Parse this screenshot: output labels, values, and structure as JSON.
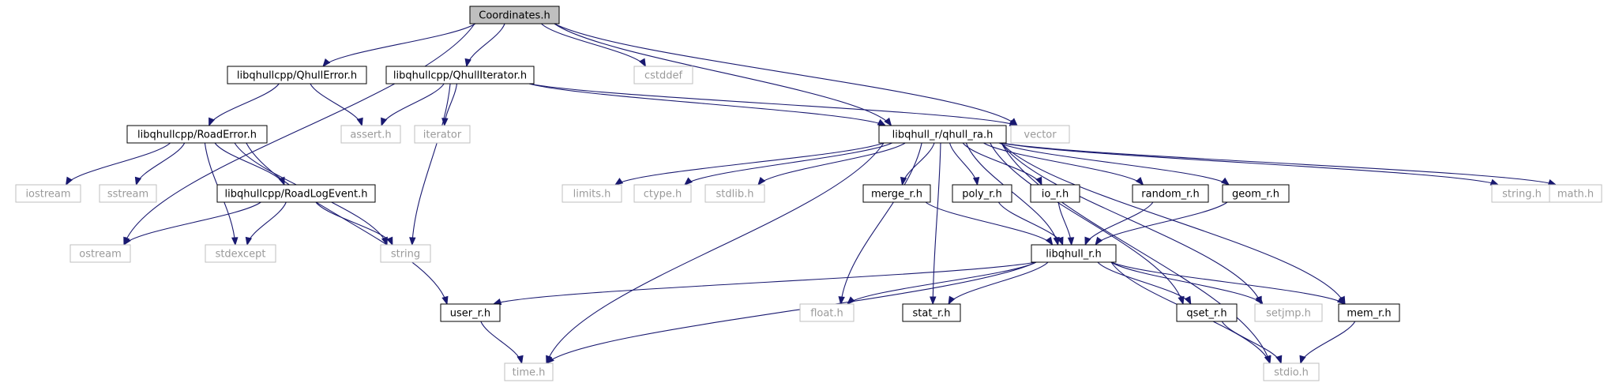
{
  "graph": {
    "colors": {
      "edge": "#191970",
      "documented_border": "#000000",
      "external_border": "#bfbfbf",
      "external_text": "#9a9a9a",
      "root_fill": "#bfbfbf",
      "text": "#000000"
    },
    "nodes": {
      "coordinates_h": {
        "label": "Coordinates.h",
        "kind": "root"
      },
      "qhullerror_h": {
        "label": "libqhullcpp/QhullError.h",
        "kind": "doc"
      },
      "qhulliterator_h": {
        "label": "libqhullcpp/QhullIterator.h",
        "kind": "doc"
      },
      "cstddef": {
        "label": "cstddef",
        "kind": "ext"
      },
      "roaderror_h": {
        "label": "libqhullcpp/RoadError.h",
        "kind": "doc"
      },
      "assert_h": {
        "label": "assert.h",
        "kind": "ext"
      },
      "iterator": {
        "label": "iterator",
        "kind": "ext"
      },
      "qhull_ra_h": {
        "label": "libqhull_r/qhull_ra.h",
        "kind": "doc"
      },
      "vector": {
        "label": "vector",
        "kind": "ext"
      },
      "iostream": {
        "label": "iostream",
        "kind": "ext"
      },
      "sstream": {
        "label": "sstream",
        "kind": "ext"
      },
      "roadlogevent_h": {
        "label": "libqhullcpp/RoadLogEvent.h",
        "kind": "doc"
      },
      "limits_h": {
        "label": "limits.h",
        "kind": "ext"
      },
      "ctype_h": {
        "label": "ctype.h",
        "kind": "ext"
      },
      "stdlib_h": {
        "label": "stdlib.h",
        "kind": "ext"
      },
      "merge_r_h": {
        "label": "merge_r.h",
        "kind": "doc"
      },
      "poly_r_h": {
        "label": "poly_r.h",
        "kind": "doc"
      },
      "io_r_h": {
        "label": "io_r.h",
        "kind": "doc"
      },
      "random_r_h": {
        "label": "random_r.h",
        "kind": "doc"
      },
      "geom_r_h": {
        "label": "geom_r.h",
        "kind": "doc"
      },
      "string_h": {
        "label": "string.h",
        "kind": "ext"
      },
      "math_h": {
        "label": "math.h",
        "kind": "ext"
      },
      "ostream": {
        "label": "ostream",
        "kind": "ext"
      },
      "stdexcept": {
        "label": "stdexcept",
        "kind": "ext"
      },
      "string": {
        "label": "string",
        "kind": "ext"
      },
      "libqhull_r_h": {
        "label": "libqhull_r.h",
        "kind": "doc"
      },
      "user_r_h": {
        "label": "user_r.h",
        "kind": "doc"
      },
      "float_h": {
        "label": "float.h",
        "kind": "ext"
      },
      "stat_r_h": {
        "label": "stat_r.h",
        "kind": "doc"
      },
      "qset_r_h": {
        "label": "qset_r.h",
        "kind": "doc"
      },
      "setjmp_h": {
        "label": "setjmp.h",
        "kind": "ext"
      },
      "mem_r_h": {
        "label": "mem_r.h",
        "kind": "doc"
      },
      "time_h": {
        "label": "time.h",
        "kind": "ext"
      },
      "stdio_h": {
        "label": "stdio.h",
        "kind": "ext"
      }
    },
    "edges": [
      [
        "coordinates_h",
        "qhullerror_h"
      ],
      [
        "coordinates_h",
        "qhulliterator_h"
      ],
      [
        "coordinates_h",
        "cstddef"
      ],
      [
        "coordinates_h",
        "ostream"
      ],
      [
        "coordinates_h",
        "qhull_ra_h"
      ],
      [
        "coordinates_h",
        "vector"
      ],
      [
        "qhullerror_h",
        "roaderror_h"
      ],
      [
        "qhullerror_h",
        "assert_h"
      ],
      [
        "qhulliterator_h",
        "assert_h"
      ],
      [
        "qhulliterator_h",
        "iterator"
      ],
      [
        "qhulliterator_h",
        "string"
      ],
      [
        "qhulliterator_h",
        "vector"
      ],
      [
        "qhulliterator_h",
        "qhull_ra_h"
      ],
      [
        "roaderror_h",
        "iostream"
      ],
      [
        "roaderror_h",
        "sstream"
      ],
      [
        "roaderror_h",
        "stdexcept"
      ],
      [
        "roaderror_h",
        "roadlogevent_h"
      ],
      [
        "roaderror_h",
        "string"
      ],
      [
        "roaderror_h",
        "user_r_h"
      ],
      [
        "roadlogevent_h",
        "ostream"
      ],
      [
        "roadlogevent_h",
        "stdexcept"
      ],
      [
        "roadlogevent_h",
        "string"
      ],
      [
        "qhull_ra_h",
        "limits_h"
      ],
      [
        "qhull_ra_h",
        "ctype_h"
      ],
      [
        "qhull_ra_h",
        "stdlib_h"
      ],
      [
        "qhull_ra_h",
        "merge_r_h"
      ],
      [
        "qhull_ra_h",
        "poly_r_h"
      ],
      [
        "qhull_ra_h",
        "io_r_h"
      ],
      [
        "qhull_ra_h",
        "random_r_h"
      ],
      [
        "qhull_ra_h",
        "geom_r_h"
      ],
      [
        "qhull_ra_h",
        "string_h"
      ],
      [
        "qhull_ra_h",
        "math_h"
      ],
      [
        "qhull_ra_h",
        "libqhull_r_h"
      ],
      [
        "qhull_ra_h",
        "time_h"
      ],
      [
        "qhull_ra_h",
        "float_h"
      ],
      [
        "qhull_ra_h",
        "stat_r_h"
      ],
      [
        "qhull_ra_h",
        "qset_r_h"
      ],
      [
        "qhull_ra_h",
        "setjmp_h"
      ],
      [
        "qhull_ra_h",
        "mem_r_h"
      ],
      [
        "qhull_ra_h",
        "stdio_h"
      ],
      [
        "merge_r_h",
        "libqhull_r_h"
      ],
      [
        "poly_r_h",
        "libqhull_r_h"
      ],
      [
        "io_r_h",
        "libqhull_r_h"
      ],
      [
        "random_r_h",
        "libqhull_r_h"
      ],
      [
        "geom_r_h",
        "libqhull_r_h"
      ],
      [
        "libqhull_r_h",
        "user_r_h"
      ],
      [
        "libqhull_r_h",
        "float_h"
      ],
      [
        "libqhull_r_h",
        "stat_r_h"
      ],
      [
        "libqhull_r_h",
        "qset_r_h"
      ],
      [
        "libqhull_r_h",
        "setjmp_h"
      ],
      [
        "libqhull_r_h",
        "mem_r_h"
      ],
      [
        "libqhull_r_h",
        "time_h"
      ],
      [
        "libqhull_r_h",
        "stdio_h"
      ],
      [
        "user_r_h",
        "time_h"
      ],
      [
        "qset_r_h",
        "stdio_h"
      ],
      [
        "mem_r_h",
        "stdio_h"
      ]
    ]
  }
}
